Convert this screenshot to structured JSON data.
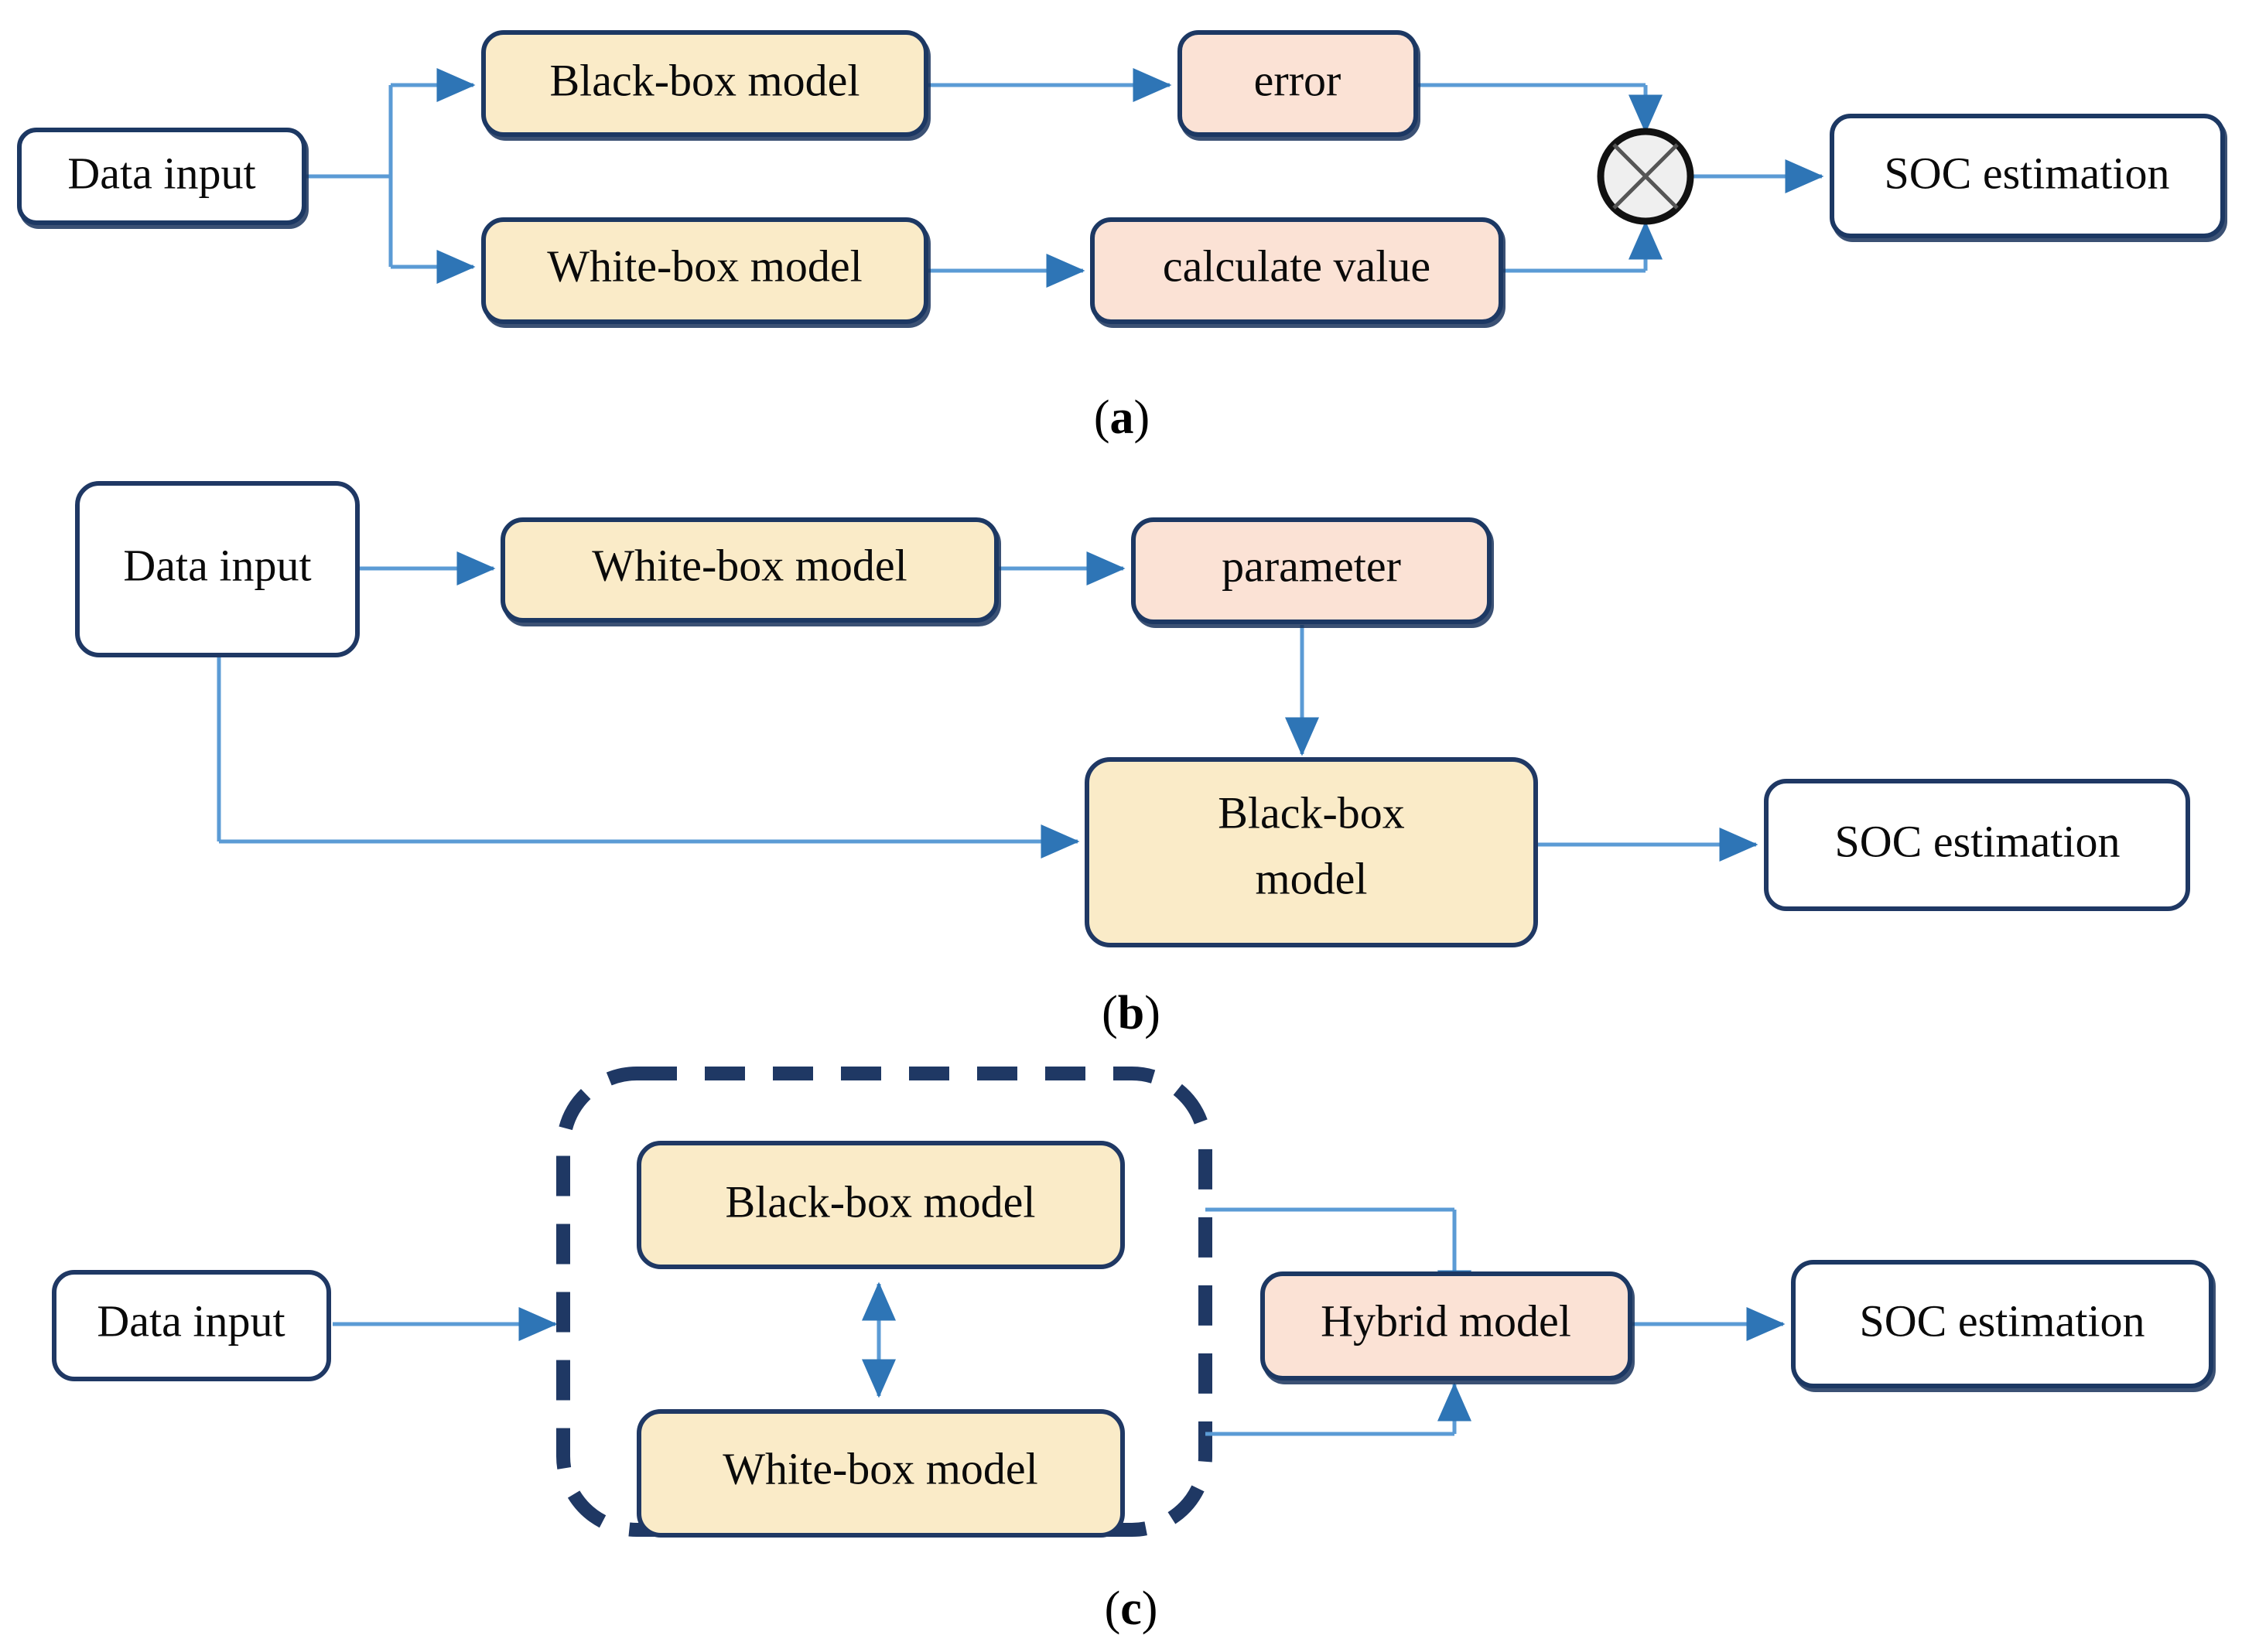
{
  "figure": {
    "type": "flow-diagram",
    "title": "",
    "panel_count": 3,
    "colors": {
      "yellow_fill": "#FAEBC8",
      "pink_fill": "#FBE2D5",
      "white_fill": "#FFFFFF",
      "box_border": "#1F3864",
      "arrow_blue": "#5B9BD5",
      "arrowhead_blue": "#2E75B6",
      "merge_fill": "#EFEFEF",
      "merge_border": "#000000",
      "dashed_border": "#1F3864",
      "text": "#0A0A0A"
    }
  },
  "panels": [
    {
      "id": "panel-a",
      "caption_open": "(",
      "caption_letter": "a",
      "caption_close": ")",
      "caption_full": "(a)",
      "nodes": [
        {
          "id": "a-data-input",
          "label": "Data input",
          "kind": "white"
        },
        {
          "id": "a-black-box",
          "label": "Black-box model",
          "kind": "yellow"
        },
        {
          "id": "a-white-box",
          "label": "White-box model",
          "kind": "yellow"
        },
        {
          "id": "a-error",
          "label": "error",
          "kind": "pink"
        },
        {
          "id": "a-calc-value",
          "label": "calculate value",
          "kind": "pink"
        },
        {
          "id": "a-merge",
          "label": "",
          "kind": "merge-circle-x"
        },
        {
          "id": "a-soc",
          "label": "SOC estimation",
          "kind": "white"
        }
      ],
      "edges": [
        {
          "from": "a-data-input",
          "to": "a-black-box",
          "style": "elbow-up"
        },
        {
          "from": "a-data-input",
          "to": "a-white-box",
          "style": "elbow-down"
        },
        {
          "from": "a-black-box",
          "to": "a-error",
          "style": "straight"
        },
        {
          "from": "a-white-box",
          "to": "a-calc-value",
          "style": "straight"
        },
        {
          "from": "a-error",
          "to": "a-merge",
          "style": "elbow-down-into-top"
        },
        {
          "from": "a-calc-value",
          "to": "a-merge",
          "style": "elbow-up-into-bottom"
        },
        {
          "from": "a-merge",
          "to": "a-soc",
          "style": "straight"
        }
      ]
    },
    {
      "id": "panel-b",
      "caption_open": "(",
      "caption_letter": "b",
      "caption_close": ")",
      "caption_full": "(b)",
      "nodes": [
        {
          "id": "b-data-input",
          "label": "Data input",
          "kind": "white"
        },
        {
          "id": "b-white-box",
          "label": "White-box model",
          "kind": "yellow"
        },
        {
          "id": "b-parameter",
          "label": "parameter",
          "kind": "pink"
        },
        {
          "id": "b-black-box",
          "label": "Black-box model",
          "label_line1": "Black-box",
          "label_line2": "model",
          "kind": "yellow"
        },
        {
          "id": "b-soc",
          "label": "SOC estimation",
          "kind": "white"
        }
      ],
      "edges": [
        {
          "from": "b-data-input",
          "to": "b-white-box",
          "style": "straight"
        },
        {
          "from": "b-white-box",
          "to": "b-parameter",
          "style": "straight"
        },
        {
          "from": "b-parameter",
          "to": "b-black-box",
          "style": "vertical-down"
        },
        {
          "from": "b-data-input",
          "to": "b-black-box",
          "style": "elbow-down-then-right"
        },
        {
          "from": "b-black-box",
          "to": "b-soc",
          "style": "straight"
        }
      ]
    },
    {
      "id": "panel-c",
      "caption_open": "(",
      "caption_letter": "c",
      "caption_close": ")",
      "caption_full": "(c)",
      "nodes": [
        {
          "id": "c-data-input",
          "label": "Data input",
          "kind": "white"
        },
        {
          "id": "c-group",
          "label": "",
          "kind": "dashed-group"
        },
        {
          "id": "c-black-box",
          "label": "Black-box model",
          "kind": "yellow"
        },
        {
          "id": "c-white-box",
          "label": "White-box model",
          "kind": "yellow"
        },
        {
          "id": "c-hybrid",
          "label": "Hybrid model",
          "kind": "pink"
        },
        {
          "id": "c-soc",
          "label": "SOC estimation",
          "kind": "white"
        }
      ],
      "edges": [
        {
          "from": "c-data-input",
          "to": "c-group",
          "style": "straight"
        },
        {
          "from": "c-black-box",
          "to": "c-white-box",
          "style": "bidirectional-vertical"
        },
        {
          "from": "c-group",
          "to": "c-hybrid",
          "style": "elbow-from-top-right-down"
        },
        {
          "from": "c-group",
          "to": "c-hybrid",
          "style": "elbow-from-bottom-right-up"
        },
        {
          "from": "c-hybrid",
          "to": "c-soc",
          "style": "straight"
        }
      ]
    }
  ]
}
